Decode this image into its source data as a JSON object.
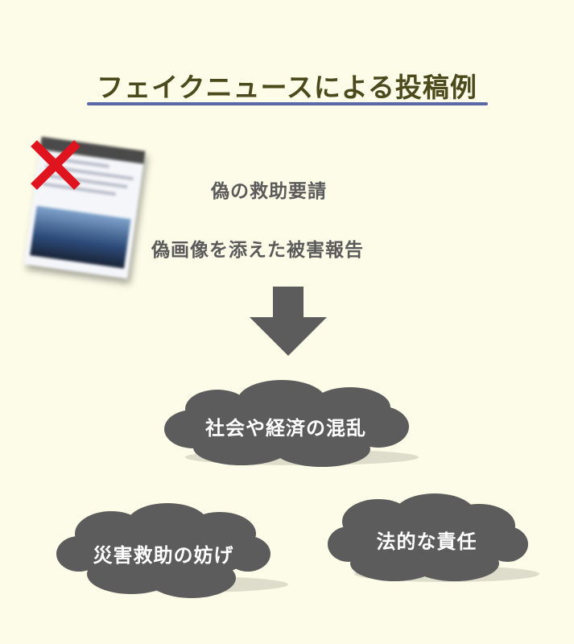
{
  "title": "フェイクニュースによる投稿例",
  "examples": [
    "偽の救助要請",
    "偽画像を添えた被害報告"
  ],
  "consequences": {
    "main": "社会や経済の混乱",
    "left": "災害救助の妨げ",
    "right": "法的な責任"
  },
  "colors": {
    "background": "#fdfce8",
    "title": "#4b4a1c",
    "underline": "#5b68a8",
    "cloud": "#5c5c5c",
    "cross": "#e0141e"
  }
}
